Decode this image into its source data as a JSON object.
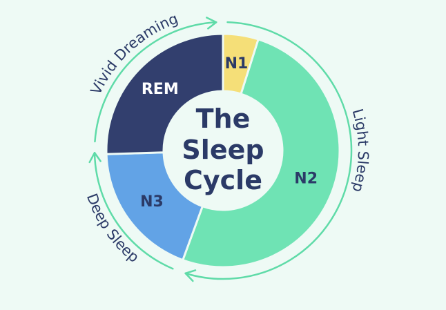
{
  "title": {
    "lines": [
      "The",
      "Sleep",
      "Cycle"
    ]
  },
  "colors": {
    "background": "#eefaf5",
    "arrow": "#5fdba8",
    "title": "#2b3a67"
  },
  "chart_data": {
    "type": "donut",
    "segments": [
      {
        "label": "N1",
        "share_percent": 4.9,
        "color": "#f5df78",
        "label_color": "#2b3a67"
      },
      {
        "label": "N2",
        "share_percent": 50.7,
        "color": "#6fe3b4",
        "label_color": "#2b3a67"
      },
      {
        "label": "N3",
        "share_percent": 18.9,
        "color": "#62a3e6",
        "label_color": "#2b3a67"
      },
      {
        "label": "REM",
        "share_percent": 25.5,
        "color": "#323f6e",
        "label_color": "#ffffff"
      }
    ]
  },
  "phases": [
    {
      "label": "Light Sleep"
    },
    {
      "label": "Deep Sleep"
    },
    {
      "label": "Vivid Dreaming"
    }
  ]
}
